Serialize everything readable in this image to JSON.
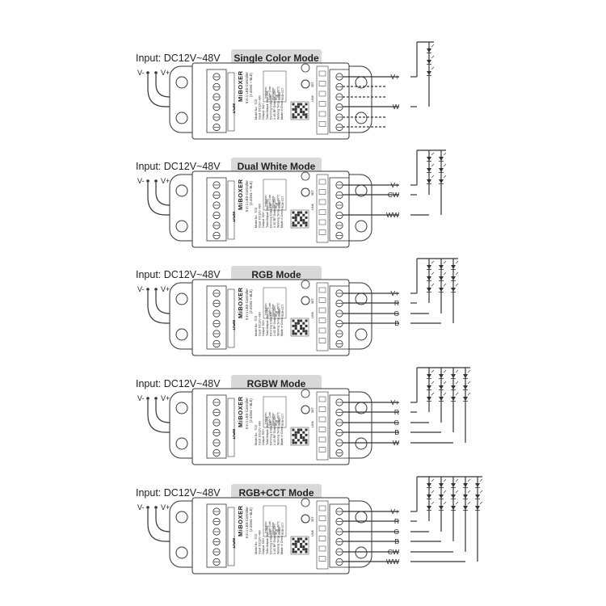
{
  "colors": {
    "line": "#333333",
    "device_fill": "#ffffff",
    "mode_badge_bg": "#d9d9d9",
    "text": "#222222"
  },
  "device_text": {
    "brand": "MiBOXER",
    "product": "5 in 1 LED Controller",
    "protocol": "(2.4GHz + BLE)",
    "spec_lines": [
      "Model No.: TC5",
      "Input: DC12V~48V",
      "Output: 5CH",
      "Total Output: Max.20A",
      "Dimming Distance",
      "2.4G RF Distance: 30m",
      "Working Temp.: -20~60°C",
      "Made in China"
    ],
    "table_header": "Indication",
    "table_rows": [
      "Single Color",
      "Dual White",
      "RGB",
      "RGBW",
      "RGB+CCT"
    ],
    "input_label": "INPUT",
    "link_label": "LINK",
    "set_label": "SET"
  },
  "panels": [
    {
      "input_label": "Input: DC12V~48V",
      "mode_title": "Single Color Mode",
      "neg_label": "V-",
      "pos_label": "V+",
      "outputs": [
        "V+",
        "W"
      ],
      "led_columns": 1,
      "led_rows": 3
    },
    {
      "input_label": "Input: DC12V~48V",
      "mode_title": "Dual White Mode",
      "neg_label": "V-",
      "pos_label": "V+",
      "outputs": [
        "V+",
        "CW",
        "WW"
      ],
      "led_columns": 2,
      "led_rows": 3
    },
    {
      "input_label": "Input: DC12V~48V",
      "mode_title": "RGB Mode",
      "neg_label": "V-",
      "pos_label": "V+",
      "outputs": [
        "V+",
        "R",
        "G",
        "B"
      ],
      "led_columns": 3,
      "led_rows": 3
    },
    {
      "input_label": "Input: DC12V~48V",
      "mode_title": "RGBW Mode",
      "neg_label": "V-",
      "pos_label": "V+",
      "outputs": [
        "V+",
        "R",
        "G",
        "B",
        "W"
      ],
      "led_columns": 4,
      "led_rows": 3
    },
    {
      "input_label": "Input: DC12V~48V",
      "mode_title": "RGB+CCT Mode",
      "neg_label": "V-",
      "pos_label": "V+",
      "outputs": [
        "V+",
        "R",
        "G",
        "B",
        "CW",
        "WW"
      ],
      "led_columns": 5,
      "led_rows": 3
    }
  ]
}
